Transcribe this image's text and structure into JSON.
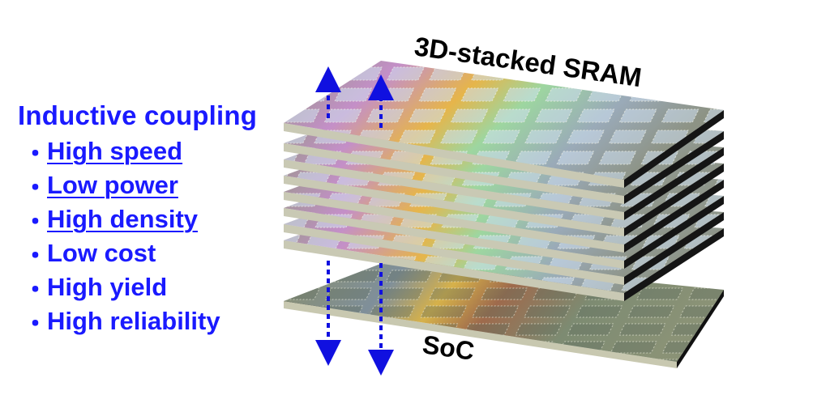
{
  "heading": "Inductive coupling",
  "features": [
    {
      "text": "High speed",
      "underlined": true
    },
    {
      "text": "Low power",
      "underlined": true
    },
    {
      "text": "High density",
      "underlined": true
    },
    {
      "text": "Low cost",
      "underlined": false
    },
    {
      "text": "High yield",
      "underlined": false
    },
    {
      "text": "High reliability",
      "underlined": false
    }
  ],
  "bullet": "・",
  "stack_label": "3D-stacked SRAM",
  "base_label": "SoC",
  "colors": {
    "text_accent": "#1a1aff",
    "arrow": "#1010e0"
  }
}
